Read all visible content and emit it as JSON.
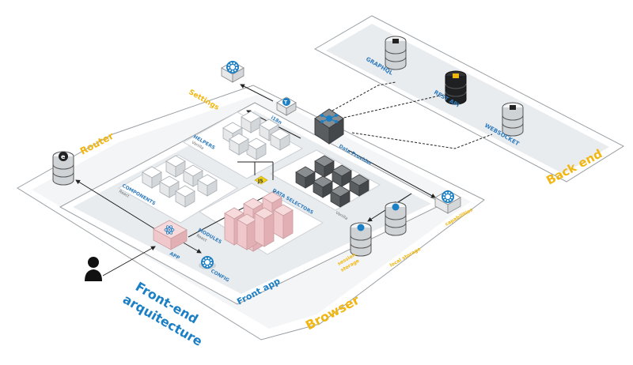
{
  "labels": {
    "settings": "Settings",
    "router": "Router",
    "graphql": "GRAPHQL",
    "rest_api": "REST API",
    "websocket": "WEBSOCKET",
    "back_end": "Back end",
    "i18n": "i18n",
    "helpers": "HELPERS",
    "helpers_sub": "Vanilla",
    "data_provider": "Data Provider",
    "components": "COMPONENTS",
    "components_sub": "React",
    "data_selectors": "DATA SELECTORS",
    "data_selectors_sub": "Vanilla",
    "modules": "MODULES",
    "modules_sub": "React",
    "app": "APP",
    "config": "CONFIG",
    "capabilities": "capabilities",
    "local_storage": "local storage",
    "session_storage_1": "session",
    "session_storage_2": "storage",
    "front_app": "Front app",
    "browser": "Browser",
    "title_1": "Front-end",
    "title_2": "arquitecture",
    "js": "JS"
  },
  "colors": {
    "blue": "#1a7fc4",
    "yellow": "#f2b611",
    "panel": "#e9ecef",
    "panel_dark": "#d9dde1",
    "cube_dark": "#4a4d50",
    "cube_pink": "#f0c8cb",
    "cube_light": "#f4f5f6"
  },
  "icons": [
    "user-icon",
    "gear-icon",
    "react-atom-icon",
    "server-icon",
    "network-icon",
    "js-icon"
  ]
}
